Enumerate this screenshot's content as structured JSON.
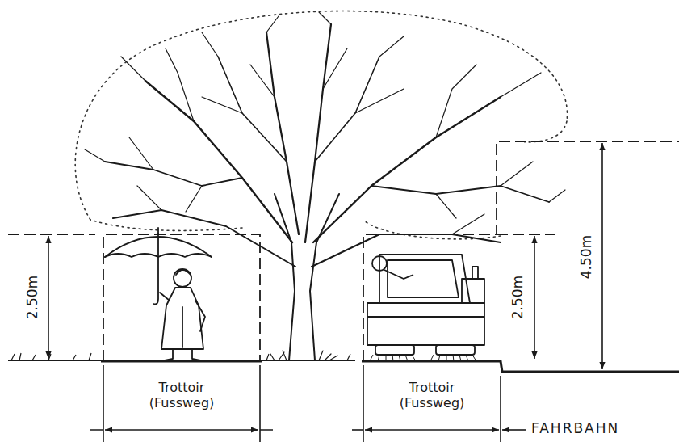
{
  "diagram": {
    "labels": [
      "2.50m",
      "2.50m",
      "4.50m",
      "Trottoir (Fussweg)",
      "Trottoir (Fussweg)",
      "FAHRBAHN"
    ]
  }
}
